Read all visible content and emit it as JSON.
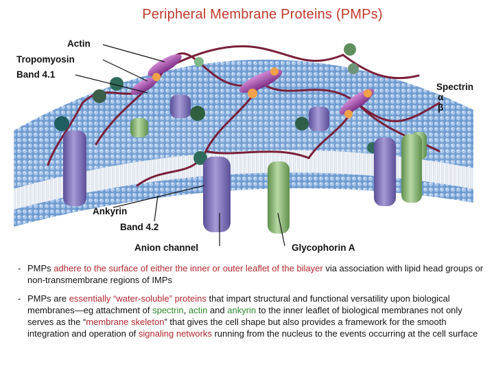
{
  "title": "Peripheral Membrane Proteins (PMPs)",
  "figure": {
    "labels": {
      "actin": "Actin",
      "tropomyosin": "Tropomyosin",
      "band41": "Band 4.1",
      "spectrin": "Spectrin",
      "alpha": "α",
      "beta": "β",
      "ankyrin": "Ankyrin",
      "band42": "Band 4.2",
      "anion_channel": "Anion channel",
      "glycophorin": "Glycophorin A"
    },
    "colors": {
      "membrane_top": "#7aa4d4",
      "membrane_side": "#5d8bc4",
      "band3_protein": "#7b6fb6",
      "glycophorin_protein": "#8db57a",
      "spectrin_fiber": "#7a1f3a",
      "actin": "#a44ca8",
      "band41": "#f0a14a"
    }
  },
  "bullets": [
    {
      "dash": "-",
      "s1": "PMPs ",
      "h1": "adhere to the surface of either the inner or outer leaflet of the bilayer",
      "s2": " via association with lipid head groups or non-transmembrane regions of IMPs"
    },
    {
      "dash": "-",
      "s1": "PMPs are ",
      "h1": "essentially “water-soluble” proteins",
      "s2": " that impart structural and functional versatility upon biological membranes—eg attachment of ",
      "g1": "spectrin",
      "s3": ", ",
      "g2": "actin",
      "s4": " and ",
      "g3": "ankyrin",
      "s5": " to the inner leaflet of biological membranes not only serves as the “",
      "h2": "membrane skeleton",
      "s6": "” that gives the cell shape but also provides a framework for the smooth integration and operation of ",
      "h3": "signaling networks",
      "s7": " running from the nucleus to the events occurring at the cell surface"
    }
  ]
}
